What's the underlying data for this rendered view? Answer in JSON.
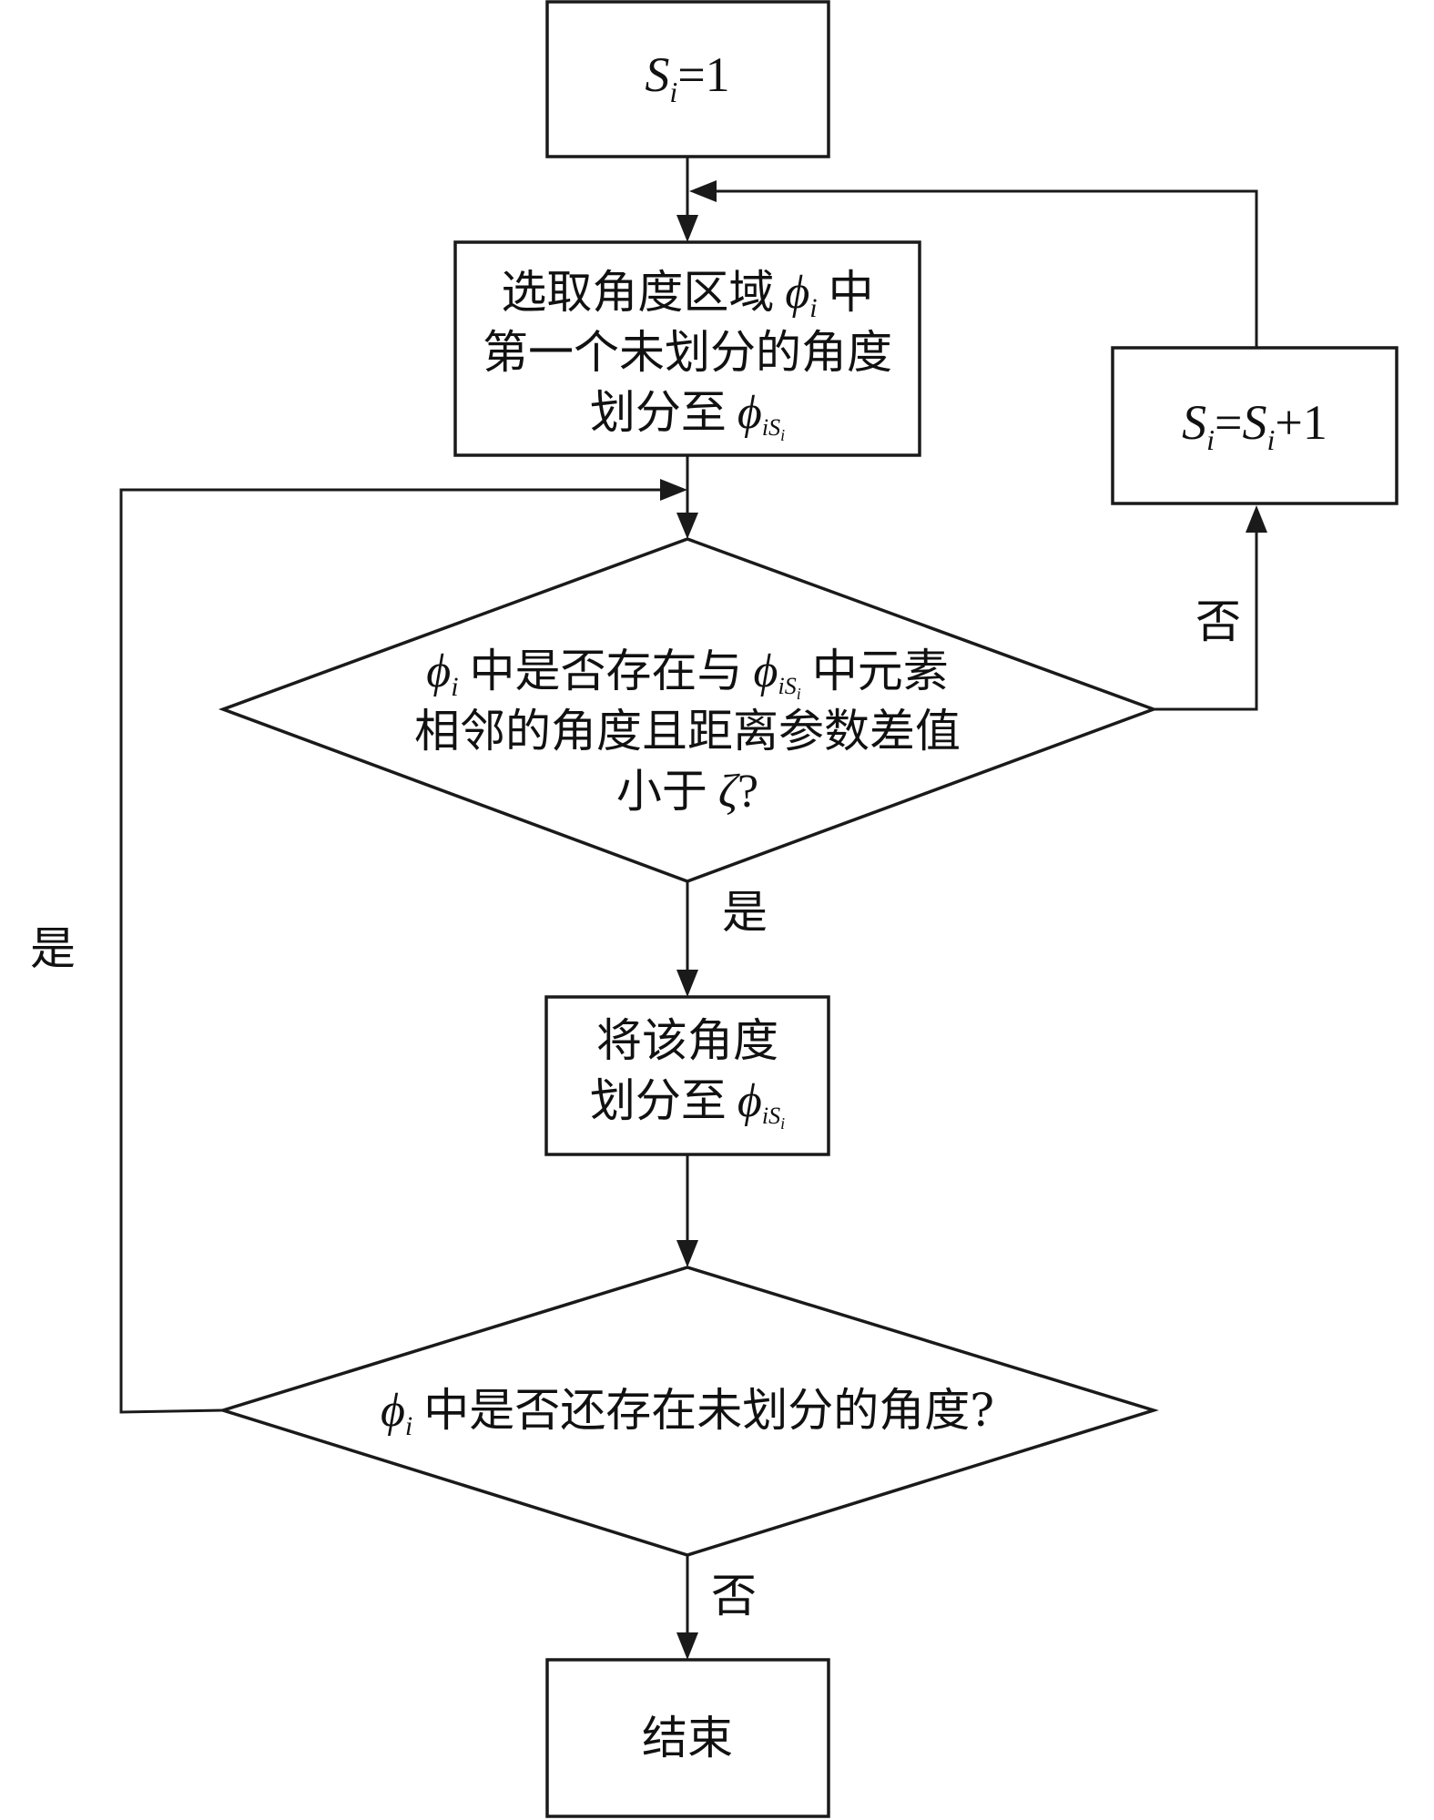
{
  "nodes": {
    "init": {
      "var": "S",
      "sub": "i",
      "eq": "=1"
    },
    "select": {
      "line1_text": "选取角度区域",
      "line1_phi": "ϕ",
      "line1_sub": "i",
      "line1_tail": "中",
      "line2_text": "第一个未划分的角度",
      "line3_text": "划分至",
      "line3_phi": "ϕ",
      "line3_sub_i": "i",
      "line3_sub_S": "S",
      "line3_sub_S_i": "i"
    },
    "increment": {
      "var": "S",
      "sub": "i",
      "eq": "=",
      "var2": "S",
      "sub2": "i",
      "tail": "+1"
    },
    "decision1": {
      "line1_phi": "ϕ",
      "line1_sub": "i",
      "line1_mid": "中是否存在与",
      "line1_phi2": "ϕ",
      "line1_sub_i": "i",
      "line1_sub_S": "S",
      "line1_sub_S_i": "i",
      "line1_tail": "中元素",
      "line2_text": "相邻的角度且距离参数差值",
      "line3_text": "小于",
      "line3_zeta": "ζ",
      "line3_q": "?"
    },
    "assign": {
      "line1_text": "将该角度",
      "line2_text": "划分至",
      "line2_phi": "ϕ",
      "line2_sub_i": "i",
      "line2_sub_S": "S",
      "line2_sub_S_i": "i"
    },
    "decision2": {
      "phi": "ϕ",
      "sub": "i",
      "text": "中是否还存在未划分的角度?"
    },
    "end": {
      "text": "结束"
    }
  },
  "edges": {
    "d1_no": "否",
    "d1_yes": "是",
    "d2_yes": "是",
    "d2_no": "否"
  }
}
